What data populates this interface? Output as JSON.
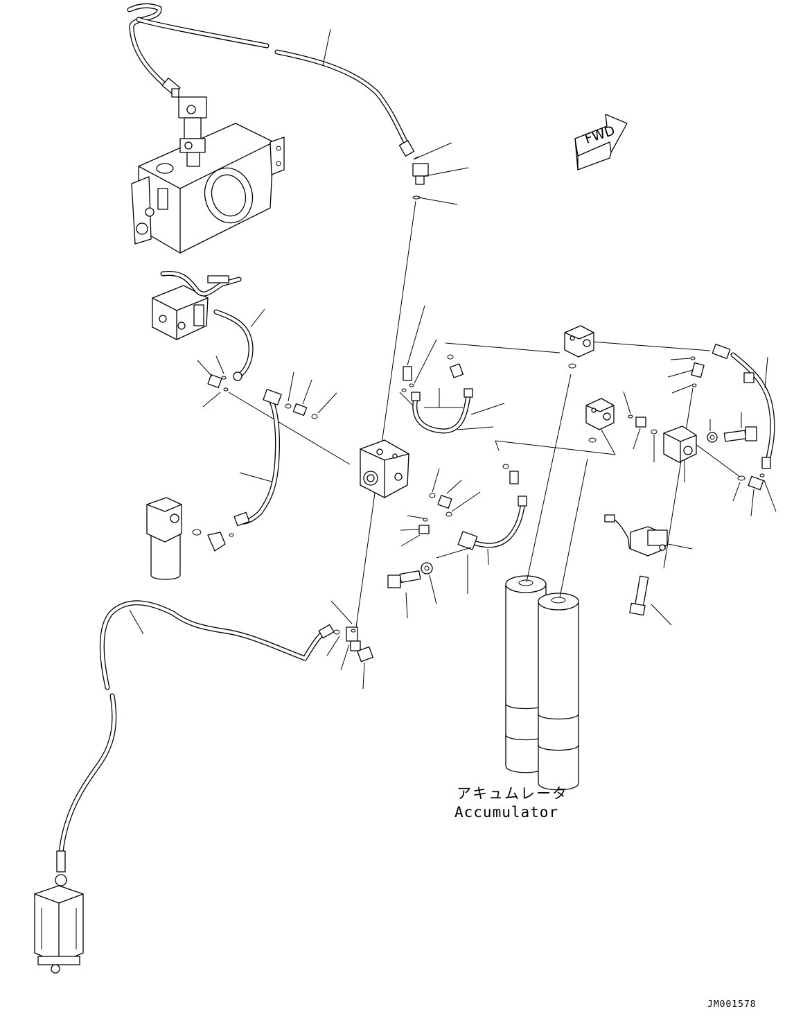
{
  "diagram": {
    "labels": {
      "accumulator_jp": "アキュムレータ",
      "accumulator_en": "Accumulator",
      "forward_arrow": "FWD",
      "drawing_code": "JM001578"
    },
    "colors": {
      "ink": "#000000",
      "background": "#ffffff"
    }
  }
}
